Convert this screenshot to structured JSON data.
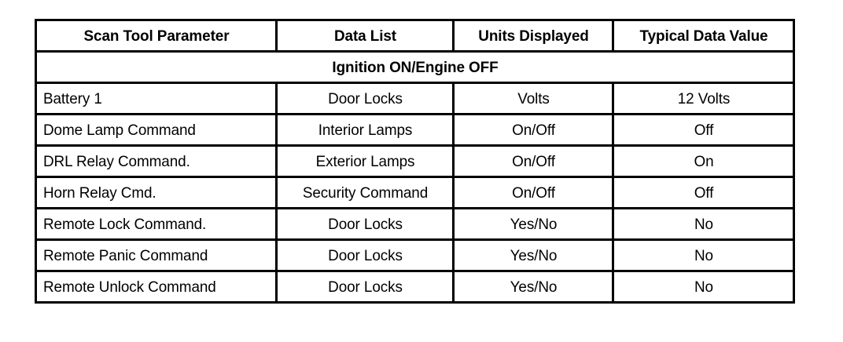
{
  "table": {
    "headers": [
      "Scan Tool Parameter",
      "Data List",
      "Units Displayed",
      "Typical Data Value"
    ],
    "section_row": "Ignition ON/Engine OFF",
    "rows": [
      {
        "parameter": "Battery 1",
        "data_list": "Door Locks",
        "units": "Volts",
        "typical": "12 Volts"
      },
      {
        "parameter": "Dome Lamp Command",
        "data_list": "Interior Lamps",
        "units": "On/Off",
        "typical": "Off"
      },
      {
        "parameter": "DRL Relay Command.",
        "data_list": "Exterior Lamps",
        "units": "On/Off",
        "typical": "On"
      },
      {
        "parameter": "Horn Relay Cmd.",
        "data_list": "Security Command",
        "units": "On/Off",
        "typical": "Off"
      },
      {
        "parameter": "Remote Lock Command.",
        "data_list": "Door Locks",
        "units": "Yes/No",
        "typical": "No"
      },
      {
        "parameter": "Remote Panic Command",
        "data_list": "Door Locks",
        "units": "Yes/No",
        "typical": "No"
      },
      {
        "parameter": "Remote Unlock Command",
        "data_list": "Door Locks",
        "units": "Yes/No",
        "typical": "No"
      }
    ]
  },
  "colors": {
    "border": "#000000",
    "text": "#000000",
    "background": "#ffffff"
  }
}
